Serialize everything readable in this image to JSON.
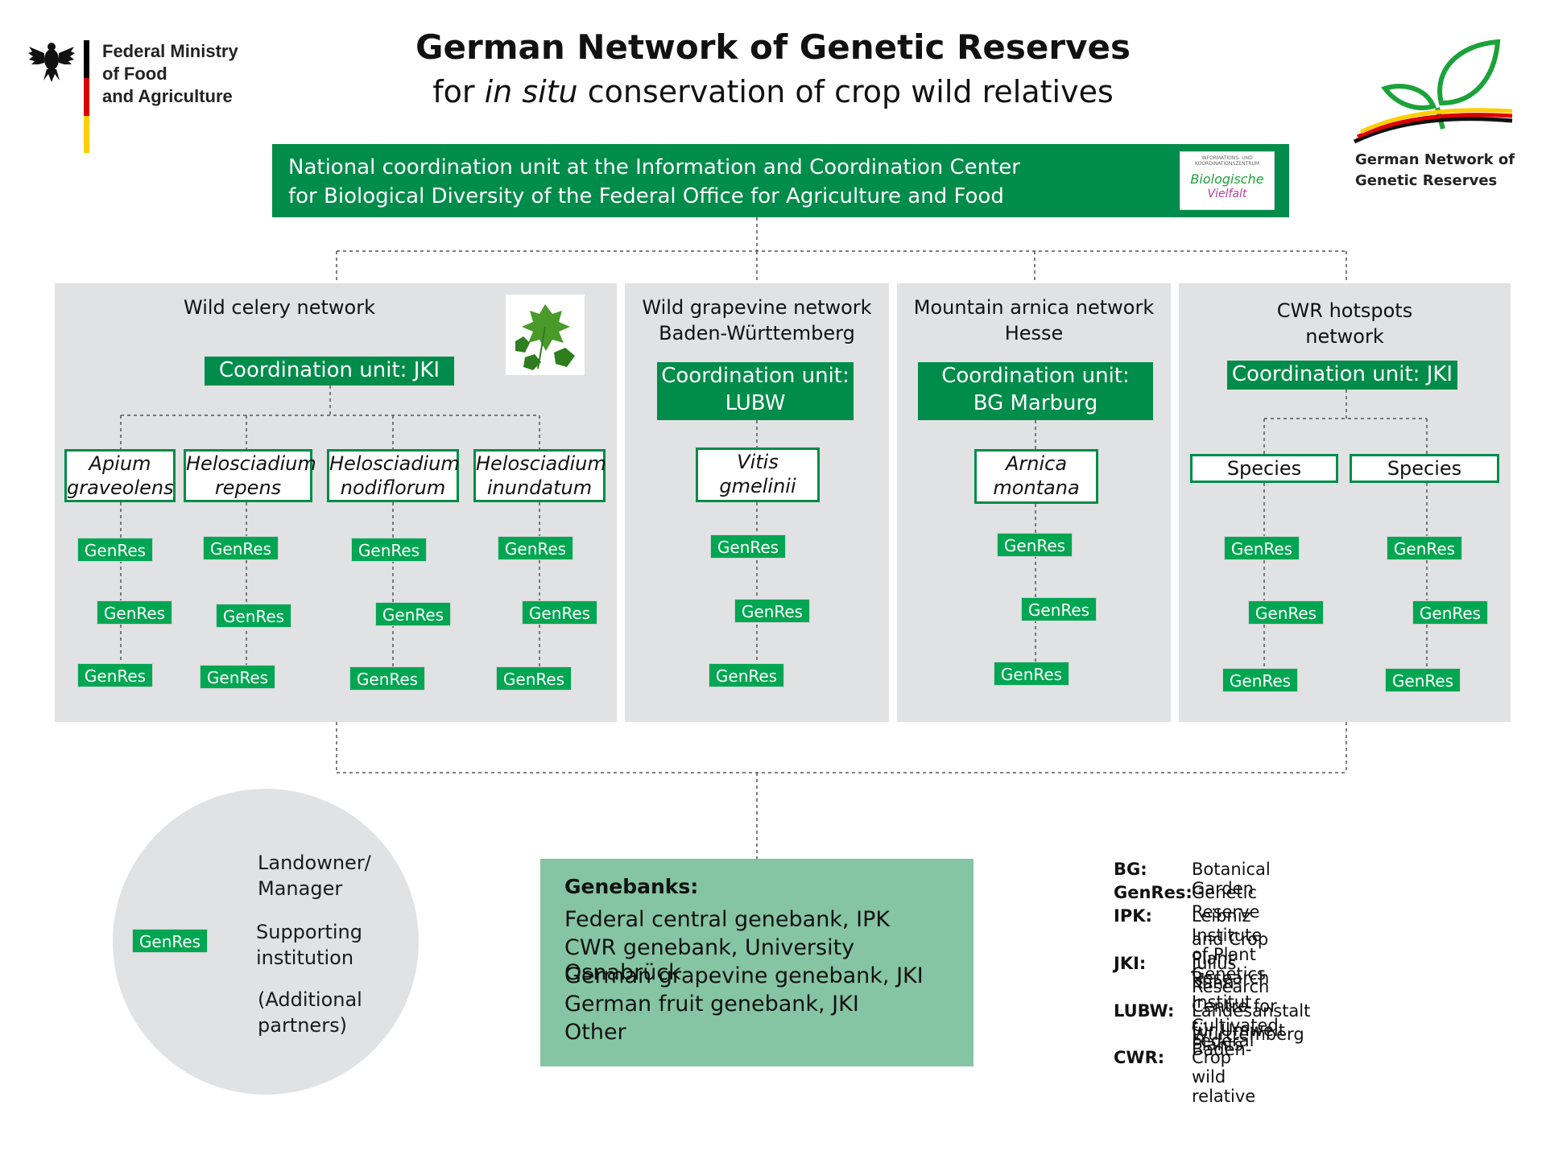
{
  "header": {
    "title": "German Network of Genetic Reserves",
    "subtitle_prefix": "for ",
    "subtitle_italic": "in situ",
    "subtitle_suffix": " conservation of crop wild relatives"
  },
  "ministry": {
    "line1": "Federal Ministry",
    "line2": "of Food",
    "line3": "and Agriculture"
  },
  "brand": {
    "line1": "German Network of",
    "line2": "Genetic Reserves"
  },
  "bio_badge": {
    "small1": "INFORMATIONS- UND",
    "small2": "KOORDINATIONSZENTRUM",
    "line1": "Biologische",
    "line2": "Vielfalt"
  },
  "coordination_center": {
    "line1": "National coordination unit at the Information and Coordination Center",
    "line2": "for Biological Diversity of the Federal Office for Agriculture and Food"
  },
  "genres_label": "GenRes",
  "networks": {
    "celery": {
      "title": "Wild celery network",
      "coord": "Coordination unit: JKI",
      "species": [
        {
          "l1": "Apium",
          "l2": "graveolens"
        },
        {
          "l1": "Helosciadium",
          "l2": "repens"
        },
        {
          "l1": "Helosciadium",
          "l2": "nodiflorum"
        },
        {
          "l1": "Helosciadium",
          "l2": "inundatum"
        }
      ]
    },
    "grapevine": {
      "title1": "Wild grapevine network",
      "title2": "Baden-Württemberg",
      "coord1": "Coordination unit:",
      "coord2": "LUBW",
      "species": {
        "l1": "Vitis",
        "l2": "gmelinii"
      }
    },
    "arnica": {
      "title1": "Mountain arnica network",
      "title2": "Hesse",
      "coord1": "Coordination unit:",
      "coord2": "BG Marburg",
      "species": {
        "l1": "Arnica",
        "l2": "montana"
      }
    },
    "hotspots": {
      "title1": "CWR hotspots",
      "title2": "network",
      "coord": "Coordination unit: JKI",
      "species": [
        "Species",
        "Species"
      ]
    }
  },
  "circle": {
    "landowner": "Landowner/",
    "manager": "Manager",
    "supporting": "Supporting",
    "institution": "institution",
    "additional": "(Additional",
    "partners": "partners)"
  },
  "genebanks": {
    "heading": "Genebanks:",
    "items": [
      "Federal central genebank, IPK",
      "CWR genebank, University Osnabrück",
      "German grapevine genebank, JKI",
      "German fruit genebank, JKI",
      "Other"
    ]
  },
  "legend": [
    {
      "key": "BG:",
      "value": [
        "Botanical Garden"
      ]
    },
    {
      "key": "GenRes:",
      "value": [
        "Genetic Reserve"
      ]
    },
    {
      "key": "IPK:",
      "value": [
        "Leibniz Institute of Plant Genetics",
        "and Crop Plant Research"
      ]
    },
    {
      "key": "JKI:",
      "value": [
        "Julius Kühn-Institut - Federal",
        "Research Centre for Cultivated Plants"
      ]
    },
    {
      "key": "LUBW:",
      "value": [
        "Landesanstalt für Umwelt Baden-",
        "Württemberg"
      ]
    },
    {
      "key": "CWR:",
      "value": [
        "Crop wild relative"
      ]
    }
  ],
  "colors": {
    "dark_green": "#008c4a",
    "genres_green": "#00a651",
    "panel_grey": "#e0e2e3",
    "genebank_green": "#85c5a3"
  }
}
